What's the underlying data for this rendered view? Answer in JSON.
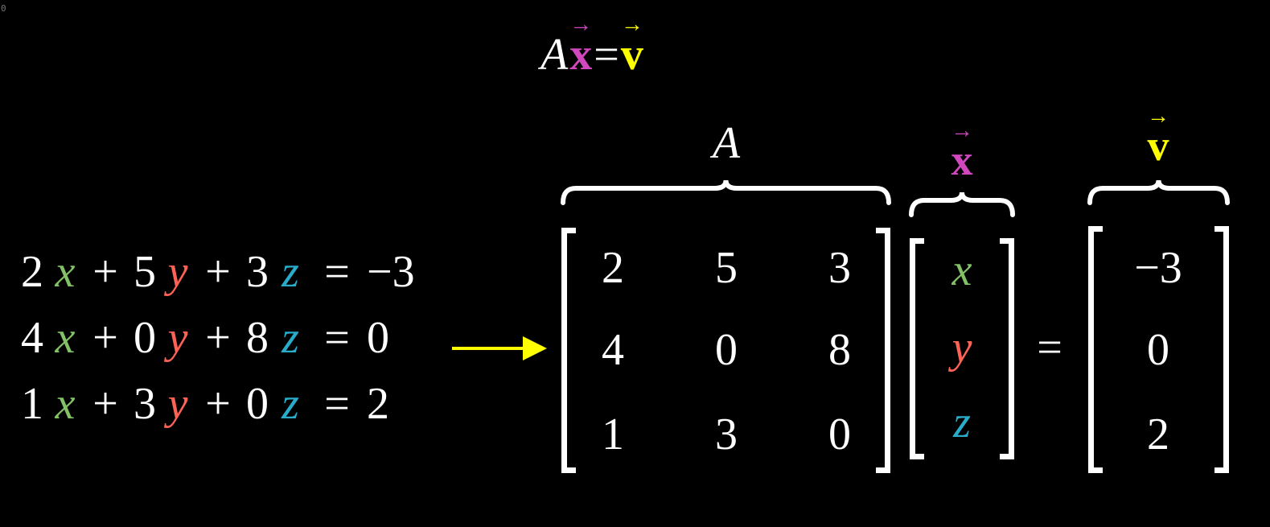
{
  "corner_label": "0",
  "title": {
    "matrix": "A",
    "x_vec": "x",
    "equals": "=",
    "v_vec": "v",
    "arrow_glyph": "→"
  },
  "equations": [
    {
      "coefs": [
        "2",
        "+5",
        "+3"
      ],
      "vars": [
        "x",
        "y",
        "z"
      ],
      "rhs": "−3"
    },
    {
      "coefs": [
        "4",
        "+0",
        "+8"
      ],
      "vars": [
        "x",
        "y",
        "z"
      ],
      "rhs": "0"
    },
    {
      "coefs": [
        "1",
        "+3",
        "+0"
      ],
      "vars": [
        "x",
        "y",
        "z"
      ],
      "rhs": "2"
    }
  ],
  "matrix": {
    "label": "A",
    "rows": [
      [
        "2",
        "5",
        "3"
      ],
      [
        "4",
        "0",
        "8"
      ],
      [
        "1",
        "3",
        "0"
      ]
    ]
  },
  "x_vector": {
    "label": "x",
    "entries": [
      "x",
      "y",
      "z"
    ]
  },
  "equals": "=",
  "v_vector": {
    "label": "v",
    "entries": [
      "−3",
      "0",
      "2"
    ]
  },
  "colors": {
    "x": "#83C167",
    "y": "#FC6255",
    "z": "#29ABCA",
    "x_vec": "#D147BD",
    "v_vec": "#FFFF00",
    "arrow": "#FFFF00"
  }
}
